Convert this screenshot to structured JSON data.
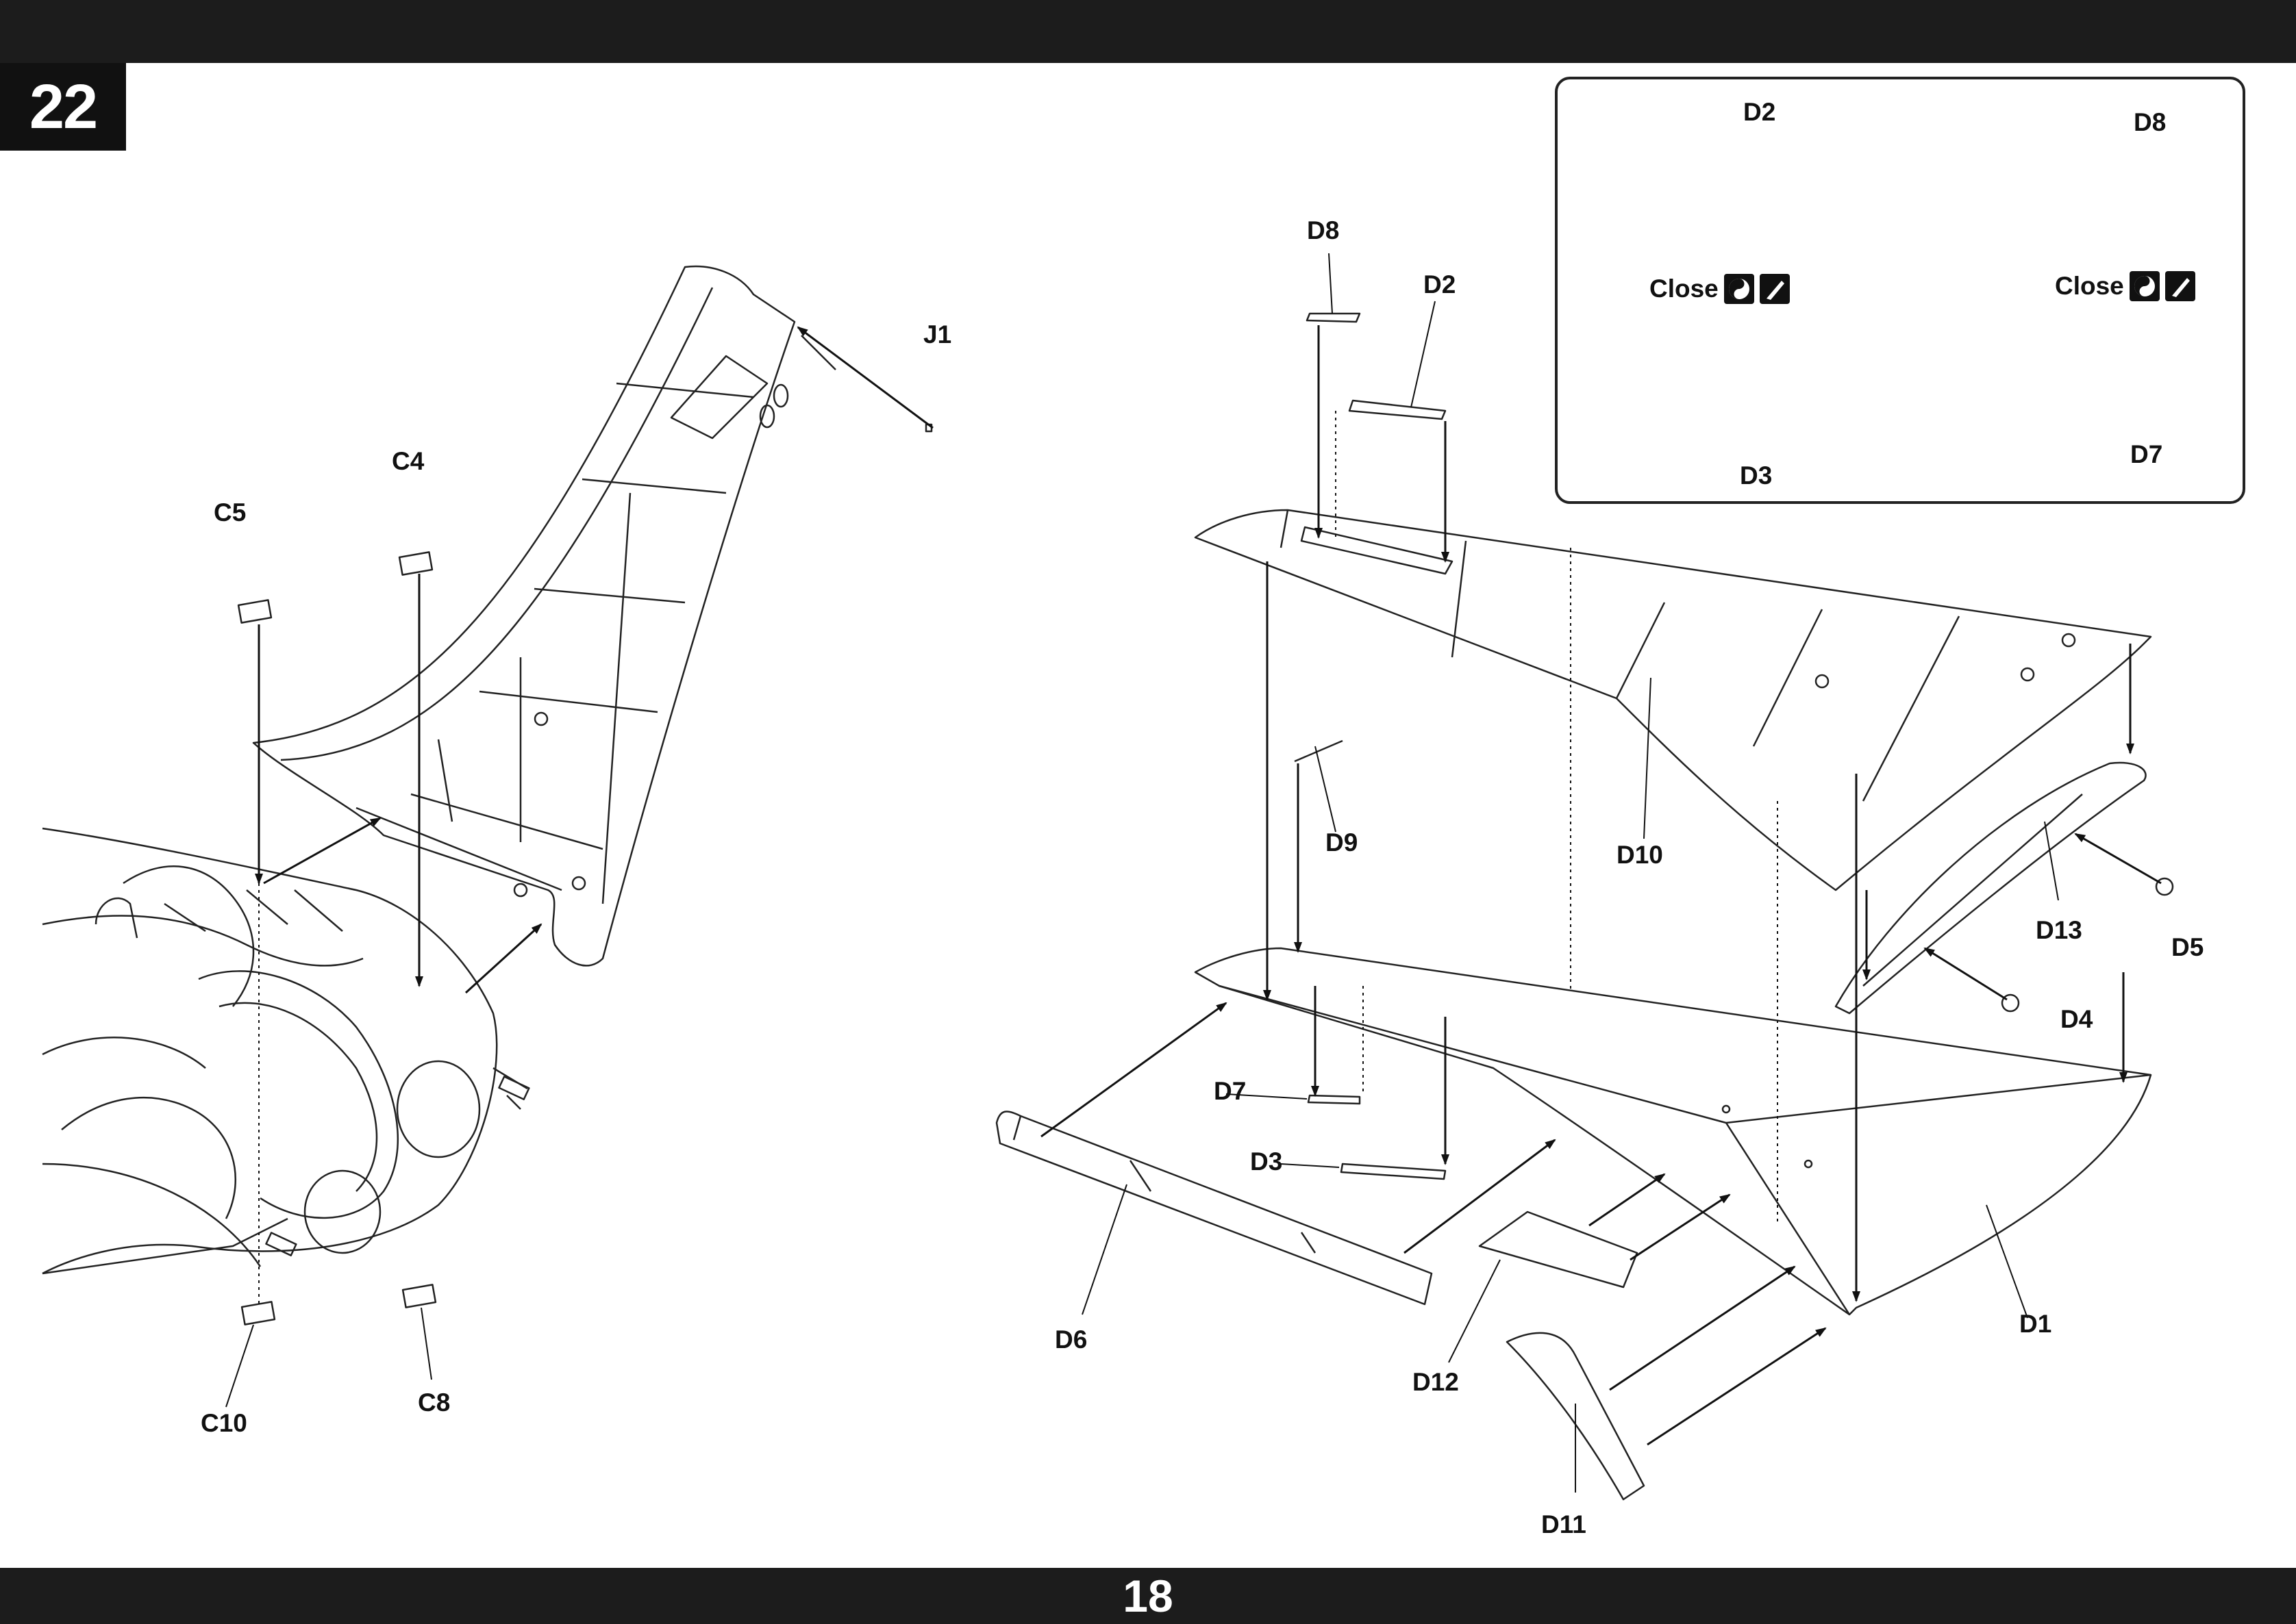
{
  "step": {
    "number": "22"
  },
  "page": {
    "number": "18"
  },
  "parts": {
    "J1": "J1",
    "C5": "C5",
    "C4": "C4",
    "C10": "C10",
    "C8": "C8",
    "D8": "D8",
    "D2": "D2",
    "D9": "D9",
    "D10": "D10",
    "D13": "D13",
    "D5": "D5",
    "D4": "D4",
    "D7": "D7",
    "D3": "D3",
    "D6": "D6",
    "D12": "D12",
    "D1": "D1",
    "D11": "D11"
  },
  "inset": {
    "left": {
      "top_part": "D2",
      "bottom_part": "D3",
      "action": "Close"
    },
    "right": {
      "top_part": "D8",
      "bottom_part": "D7",
      "action": "Close"
    },
    "icons": [
      "cement-icon",
      "knife-icon"
    ]
  },
  "colors": {
    "bars": "#1c1c1c",
    "line": "#222222"
  }
}
